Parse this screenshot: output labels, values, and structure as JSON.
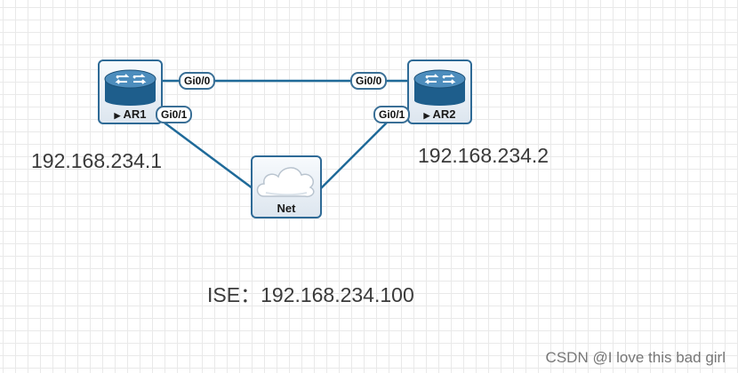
{
  "devices": {
    "ar1": {
      "label": "AR1"
    },
    "ar2": {
      "label": "AR2"
    },
    "net": {
      "label": "Net"
    }
  },
  "ports": {
    "ar1_g00": "Gi0/0",
    "ar1_g01": "Gi0/1",
    "ar2_g00": "Gi0/0",
    "ar2_g01": "Gi0/1"
  },
  "addresses": {
    "ar1": "192.168.234.1",
    "ar2": "192.168.234.2",
    "ise": "ISE：192.168.234.100"
  },
  "watermark": "CSDN @I love this bad girl",
  "colors": {
    "link": "#1f6a99",
    "device_border": "#2e6a96",
    "router_body": "#1e5e8c"
  }
}
